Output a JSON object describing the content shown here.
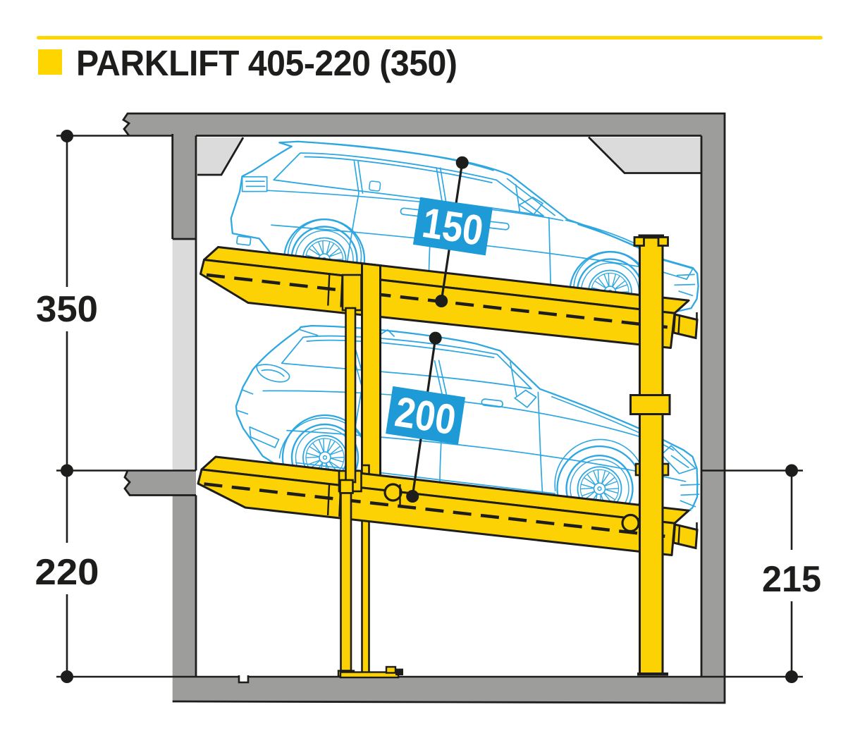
{
  "title": {
    "text": "PARKLIFT 405-220 (350)"
  },
  "diagram": {
    "dimensions": {
      "overall_height": "350",
      "pit_depth_left": "220",
      "pit_clear_height_right": "215",
      "upper_car_clearance": "150",
      "lower_car_clearance": "200"
    },
    "colors": {
      "accent_yellow": "#FCD205",
      "label_blue": "#1E9AD6",
      "car_blue": "#2FA7E0",
      "wall_gray": "#9D9D9C",
      "panel_gray": "#DBDBDB",
      "ink_black": "#1D1D1B"
    }
  }
}
